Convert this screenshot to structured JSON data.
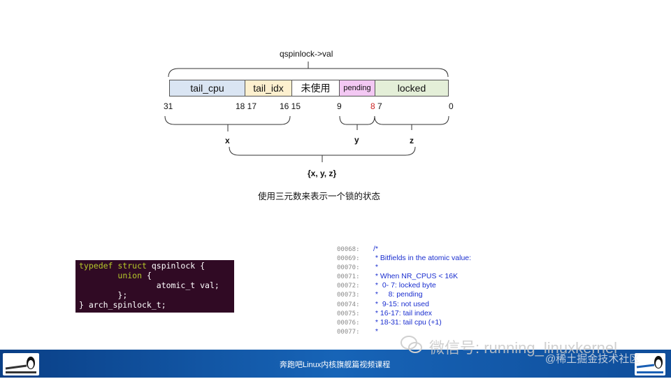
{
  "diagram": {
    "title": "qspinlock->val",
    "fields": [
      {
        "label": "tail_cpu",
        "color": "#dae5f3"
      },
      {
        "label": "tail_idx",
        "color": "#fdf0cf"
      },
      {
        "label": "未使用",
        "color": "#ffffff"
      },
      {
        "label": "pending",
        "color": "#f3c8f3"
      },
      {
        "label": "locked",
        "color": "#e4efd8"
      }
    ],
    "bit_labels": [
      "31",
      "18 17",
      "16 15",
      "9",
      "8",
      "7",
      "0"
    ],
    "highlight_bit_color": "#cc2222",
    "group_labels": {
      "x": "x",
      "y": "y",
      "z": "z",
      "all": "{x, y, z}"
    },
    "caption": "使用三元数来表示一个锁的状态"
  },
  "code": {
    "lines": [
      {
        "kw": "typedef struct",
        "rest": " qspinlock {"
      },
      {
        "indent": "        ",
        "kw": "union",
        "rest": " {"
      },
      {
        "indent": "                ",
        "kw": "",
        "rest": "atomic_t val;"
      },
      {
        "indent": "        ",
        "kw": "",
        "rest": "};"
      },
      {
        "indent": "",
        "kw": "",
        "rest": "} arch_spinlock_t;"
      }
    ]
  },
  "comment": {
    "lines": [
      {
        "ln": "00068:",
        "text": "/*"
      },
      {
        "ln": "00069:",
        "text": " * Bitfields in the atomic value:"
      },
      {
        "ln": "00070:",
        "text": " *"
      },
      {
        "ln": "00071:",
        "text": " * When NR_CPUS < 16K"
      },
      {
        "ln": "00072:",
        "text": " *  0- 7: locked byte"
      },
      {
        "ln": "00073:",
        "text": " *     8: pending"
      },
      {
        "ln": "00074:",
        "text": " *  9-15: not used"
      },
      {
        "ln": "00075:",
        "text": " * 16-17: tail index"
      },
      {
        "ln": "00076:",
        "text": " * 18-31: tail cpu (+1)"
      },
      {
        "ln": "00077:",
        "text": " *"
      }
    ]
  },
  "footer": {
    "course_title": "奔跑吧Linux内核旗舰篇视频课程",
    "wechat": "微信号: running_linuxkernel",
    "watermark": "@稀土掘金技术社区"
  }
}
